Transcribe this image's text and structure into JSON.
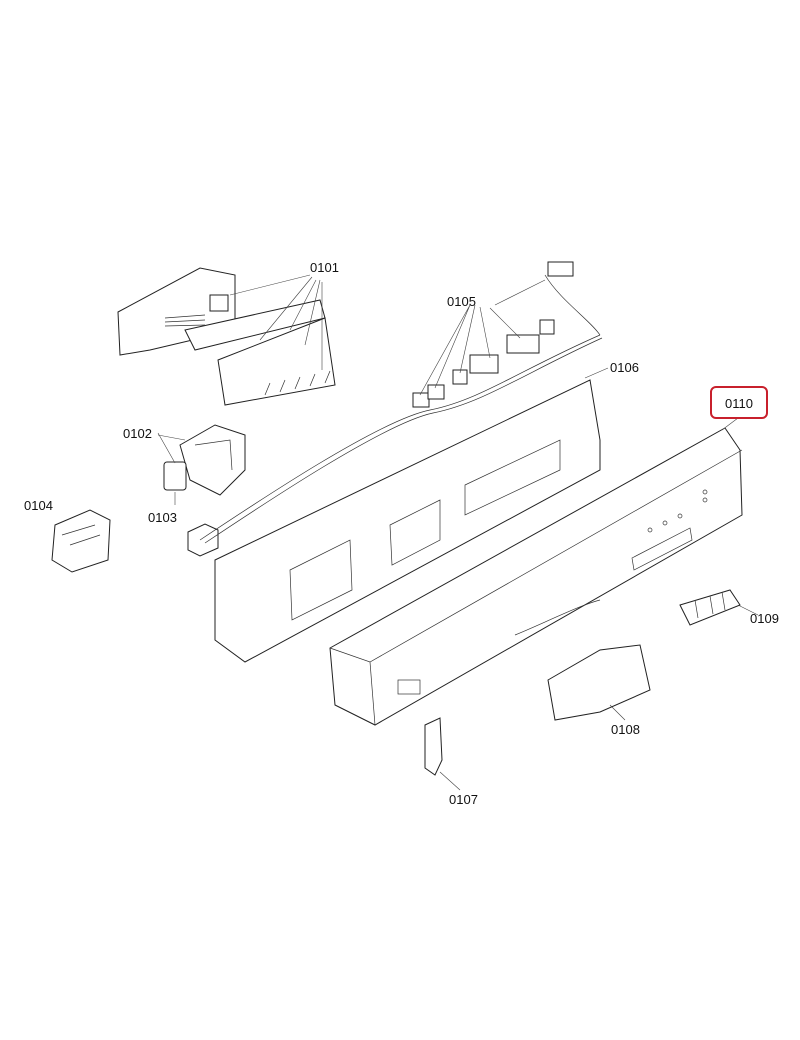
{
  "diagram": {
    "parts": [
      {
        "id": "0101"
      },
      {
        "id": "0102"
      },
      {
        "id": "0103"
      },
      {
        "id": "0104"
      },
      {
        "id": "0105"
      },
      {
        "id": "0106"
      },
      {
        "id": "0107"
      },
      {
        "id": "0108"
      },
      {
        "id": "0109"
      },
      {
        "id": "0110",
        "highlighted": true
      }
    ],
    "highlight_color": "#c8202c"
  }
}
